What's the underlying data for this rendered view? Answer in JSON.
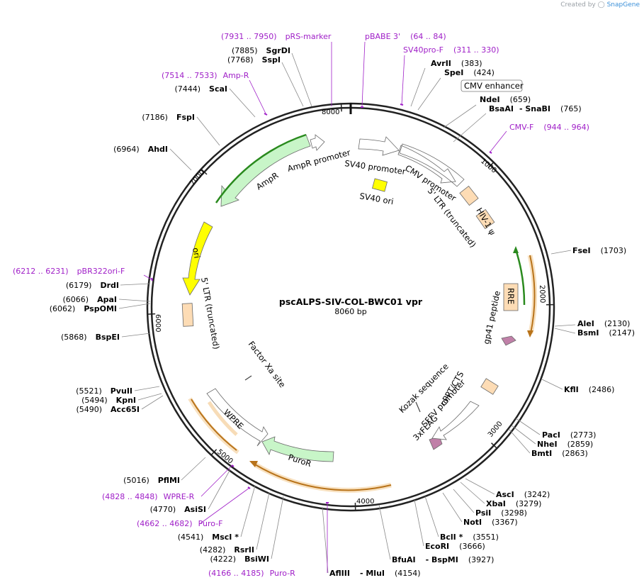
{
  "credit": {
    "prefix": "Created by",
    "brand": "SnapGene"
  },
  "plasmid": {
    "name": "pscALPS-SIV-COL-BWC01 vpr",
    "size_label": "8060 bp",
    "length": 8060
  },
  "ticks": [
    "1000",
    "2000",
    "3000",
    "4000",
    "5000",
    "6000",
    "7000",
    "8000"
  ],
  "enzymes_right": [
    {
      "name": "AvrII",
      "pos": "(383)"
    },
    {
      "name": "SpeI",
      "pos": "(424)"
    },
    {
      "name": "NdeI",
      "pos": "(659)"
    },
    {
      "name": "BsaAI",
      "sep": "- SnaBI",
      "pos": "(765)"
    },
    {
      "name": "FseI",
      "pos": "(1703)"
    },
    {
      "name": "AleI",
      "pos": "(2130)"
    },
    {
      "name": "BsmI",
      "pos": "(2147)"
    },
    {
      "name": "KflI",
      "pos": "(2486)"
    },
    {
      "name": "PacI",
      "pos": "(2773)"
    },
    {
      "name": "NheI",
      "pos": "(2859)"
    },
    {
      "name": "BmtI",
      "pos": "(2863)"
    },
    {
      "name": "AscI",
      "pos": "(3242)"
    },
    {
      "name": "XbaI",
      "pos": "(3279)"
    },
    {
      "name": "PsiI",
      "pos": "(3298)"
    },
    {
      "name": "NotI",
      "pos": "(3367)"
    },
    {
      "name": "BclI *",
      "pos": "(3551)"
    },
    {
      "name": "EcoRI",
      "pos": "(3666)"
    },
    {
      "name": "BfuAI",
      "sep": "- BspMI",
      "pos": "(3927)"
    },
    {
      "name": "AflIII",
      "sep": "- MluI",
      "pos": "(4154)"
    }
  ],
  "enzymes_left": [
    {
      "name": "SgrDI",
      "pos": "(7885)"
    },
    {
      "name": "SspI",
      "pos": "(7768)"
    },
    {
      "name": "ScaI",
      "pos": "(7444)"
    },
    {
      "name": "FspI",
      "pos": "(7186)"
    },
    {
      "name": "AhdI",
      "pos": "(6964)"
    },
    {
      "name": "DrdI",
      "pos": "(6179)"
    },
    {
      "name": "ApaI",
      "pos": "(6066)"
    },
    {
      "name": "PspOMI",
      "pos": "(6062)"
    },
    {
      "name": "BspEI",
      "pos": "(5868)"
    },
    {
      "name": "PvuII",
      "pos": "(5521)"
    },
    {
      "name": "KpnI",
      "pos": "(5494)"
    },
    {
      "name": "Acc65I",
      "pos": "(5490)"
    },
    {
      "name": "PflMI",
      "pos": "(5016)"
    },
    {
      "name": "AsiSI",
      "pos": "(4770)"
    },
    {
      "name": "MscI *",
      "pos": "(4541)"
    },
    {
      "name": "RsrII",
      "pos": "(4282)"
    },
    {
      "name": "BsiWI",
      "pos": "(4222)"
    }
  ],
  "primers": [
    {
      "name": "pRS-marker",
      "range": "(7931 .. 7950)"
    },
    {
      "name": "pBABE 3'",
      "range": "(64 .. 84)"
    },
    {
      "name": "SV40pro-F",
      "range": "(311 .. 330)"
    },
    {
      "name": "Amp-R",
      "range": "(7514 .. 7533)"
    },
    {
      "name": "CMV-F",
      "range": "(944 .. 964)"
    },
    {
      "name": "pBR322ori-F",
      "range": "(6212 .. 6231)"
    },
    {
      "name": "WPRE-R",
      "range": "(4828 .. 4848)"
    },
    {
      "name": "Puro-F",
      "range": "(4662 .. 4682)"
    },
    {
      "name": "Puro-R",
      "range": "(4166 .. 4185)"
    }
  ],
  "features": {
    "cmv_enhancer": "CMV enhancer",
    "sv40_promoter": "SV40 promoter",
    "sv40_ori": "SV40 ori",
    "cmv_promoter": "CMV promoter",
    "ltr5_top": "5' LTR (truncated)",
    "hiv_psi": "HIV-1 ψ",
    "rre": "RRE",
    "gp41": "gp41 peptide",
    "cppt": "cPPT/CTS",
    "sffv": "SFFV promoter",
    "kozak": "Kozak sequence",
    "flag": "3xFLAG",
    "puror": "PuroR",
    "wpre": "WPRE",
    "factor_xa": "Factor Xa site",
    "ltr5_left": "5' LTR (truncated)",
    "ori": "ori",
    "ampr": "AmpR",
    "ampr_promoter": "AmpR promoter"
  },
  "colors": {
    "ampr": "#c8f5c8",
    "puror": "#c8f5c8",
    "ori": "#ffff00",
    "sv40_ori": "#ffff00",
    "ltr": "#fddcb5",
    "orange_orf": "#e89a30",
    "green_orf": "#2a8a1e",
    "flag": "#c080a8",
    "primer": "#a020c8"
  }
}
